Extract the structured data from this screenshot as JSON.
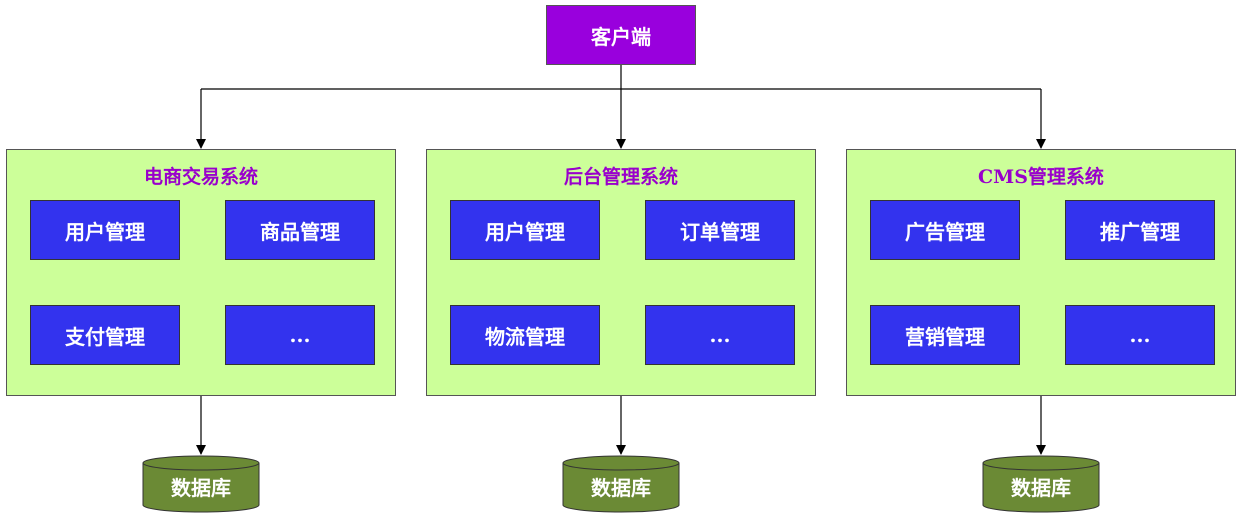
{
  "client": {
    "label": "客户端"
  },
  "systems": [
    {
      "title": "电商交易系统",
      "modules": [
        "用户管理",
        "商品管理",
        "支付管理",
        "..."
      ],
      "database": "数据库"
    },
    {
      "title": "后台管理系统",
      "modules": [
        "用户管理",
        "订单管理",
        "物流管理",
        "..."
      ],
      "database": "数据库"
    },
    {
      "title": "CMS管理系统",
      "modules": [
        "广告管理",
        "推广管理",
        "营销管理",
        "..."
      ],
      "database": "数据库"
    }
  ],
  "colors": {
    "client": "#9900dd",
    "system_bg": "#ccff99",
    "system_title": "#9900cc",
    "module": "#3333ee",
    "database": "#6b8a35"
  }
}
